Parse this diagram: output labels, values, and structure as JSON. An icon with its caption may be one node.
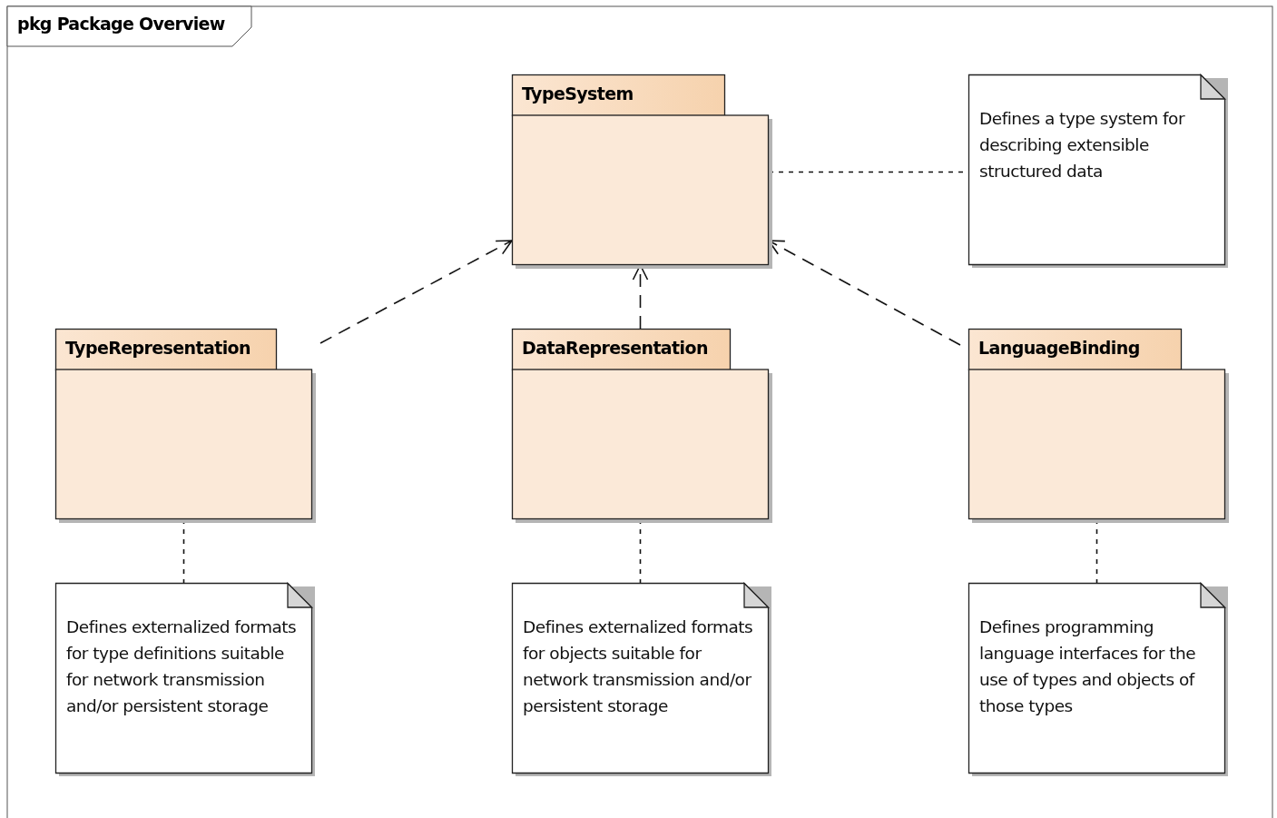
{
  "diagram": {
    "title": "pkg Package Overview",
    "nodes": [
      {
        "text": [
          "TypeSystem"
        ]
      },
      {
        "text": [
          "Defines a type system for describing extensible structured data"
        ]
      },
      {
        "text": [
          "TypeRepresentation"
        ]
      },
      {
        "text": [
          "DataRepresentation"
        ]
      },
      {
        "text": [
          "LanguageBinding"
        ]
      },
      {
        "text": [
          "Defines externalized formats for type definitions suitable for network transmission and/or persistent storage"
        ]
      },
      {
        "text": [
          "Defines externalized formats for objects suitable for network transmission and/or persistent storage"
        ]
      },
      {
        "text": [
          "Defines programming language interfaces for the use of types and objects of those types"
        ]
      }
    ],
    "edges": [
      {
        "from": 0,
        "to": 1,
        "arrow": "none",
        "style": "dashed"
      },
      {
        "from": 2,
        "to": 0,
        "arrow": "to",
        "style": "dashed"
      },
      {
        "from": 3,
        "to": 0,
        "arrow": "to",
        "style": "dashed"
      },
      {
        "from": 4,
        "to": 0,
        "arrow": "to",
        "style": "dashed"
      },
      {
        "from": 2,
        "to": 5,
        "arrow": "none",
        "style": "dashed"
      },
      {
        "from": 3,
        "to": 6,
        "arrow": "none",
        "style": "dashed"
      },
      {
        "from": 4,
        "to": 7,
        "arrow": "none",
        "style": "dashed"
      }
    ]
  }
}
